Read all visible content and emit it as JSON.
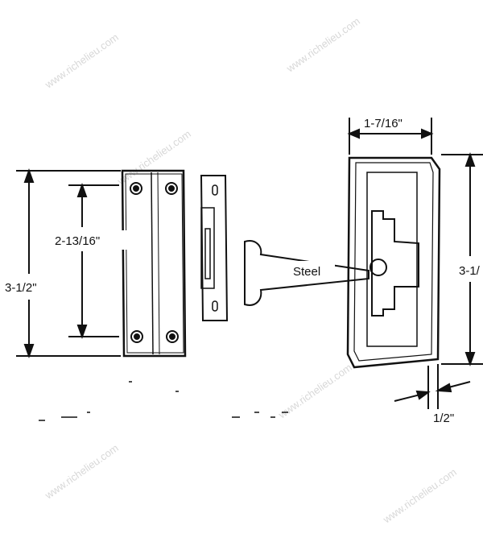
{
  "diagram": {
    "dimensions": {
      "left_overall_height": "3-1/2\"",
      "left_hole_spacing": "2-13/16\"",
      "right_width": "1-7/16\"",
      "right_height": "3-1/",
      "right_depth": "1/2\""
    },
    "material_label": "Steel",
    "watermark": "www.richelieu.com"
  },
  "colors": {
    "line": "#111111",
    "background": "#ffffff",
    "watermark": "#d8d8d8"
  }
}
